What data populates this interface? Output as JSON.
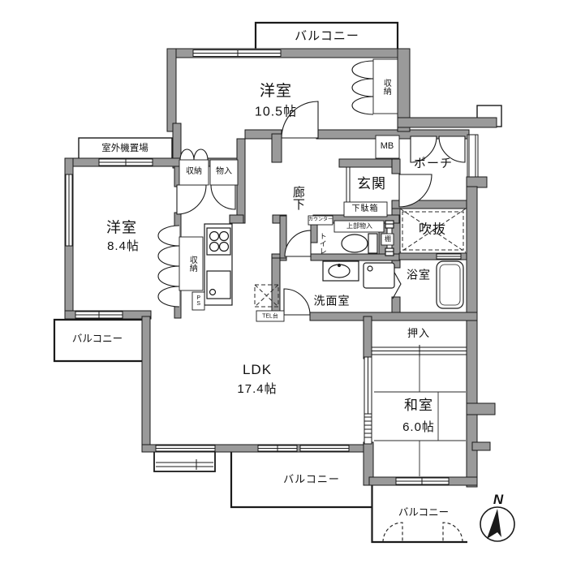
{
  "plan_type": "apartment-floor-plan",
  "colors": {
    "wall": "#9a9a9a",
    "outline": "#1a1a1a",
    "floor": "#ffffff"
  },
  "labels": {
    "balcony_top": {
      "text": "バルコニー"
    },
    "room105_name": {
      "text": "洋室"
    },
    "room105_size": {
      "text": "10.5帖"
    },
    "closet_top_right": {
      "text": "収納"
    },
    "mb": {
      "text": "MB"
    },
    "porch": {
      "text": "ポーチ"
    },
    "entrance": {
      "text": "玄関"
    },
    "shoe_cabinet": {
      "text": "下駄箱"
    },
    "outdoor_unit": {
      "text": "室外機置場"
    },
    "closet_a": {
      "text": "収納"
    },
    "storage_b": {
      "text": "物入"
    },
    "corridor": {
      "text": "廊下"
    },
    "counter": {
      "text": "カウンター"
    },
    "upper_storage": {
      "text": "上部物入"
    },
    "toilet": {
      "text": "トイレ"
    },
    "shelf": {
      "text": "棚"
    },
    "void": {
      "text": "吹抜"
    },
    "bathroom": {
      "text": "浴室"
    },
    "washroom": {
      "text": "洗面室"
    },
    "room84_name": {
      "text": "洋室"
    },
    "room84_size": {
      "text": "8.4帖"
    },
    "closet_kitchen": {
      "text": "収納"
    },
    "ps": {
      "text": "PS"
    },
    "tel_stand": {
      "text": "TEL台"
    },
    "balcony_left": {
      "text": "バルコニー"
    },
    "ldk_name": {
      "text": "LDK"
    },
    "ldk_size": {
      "text": "17.4帖"
    },
    "oshiire": {
      "text": "押入"
    },
    "washitsu_name": {
      "text": "和室"
    },
    "washitsu_size": {
      "text": "6.0帖"
    },
    "balcony_bottom": {
      "text": "バルコニー"
    },
    "balcony_bottom_right": {
      "text": "バルコニー"
    },
    "compass_north": {
      "text": "N"
    }
  }
}
